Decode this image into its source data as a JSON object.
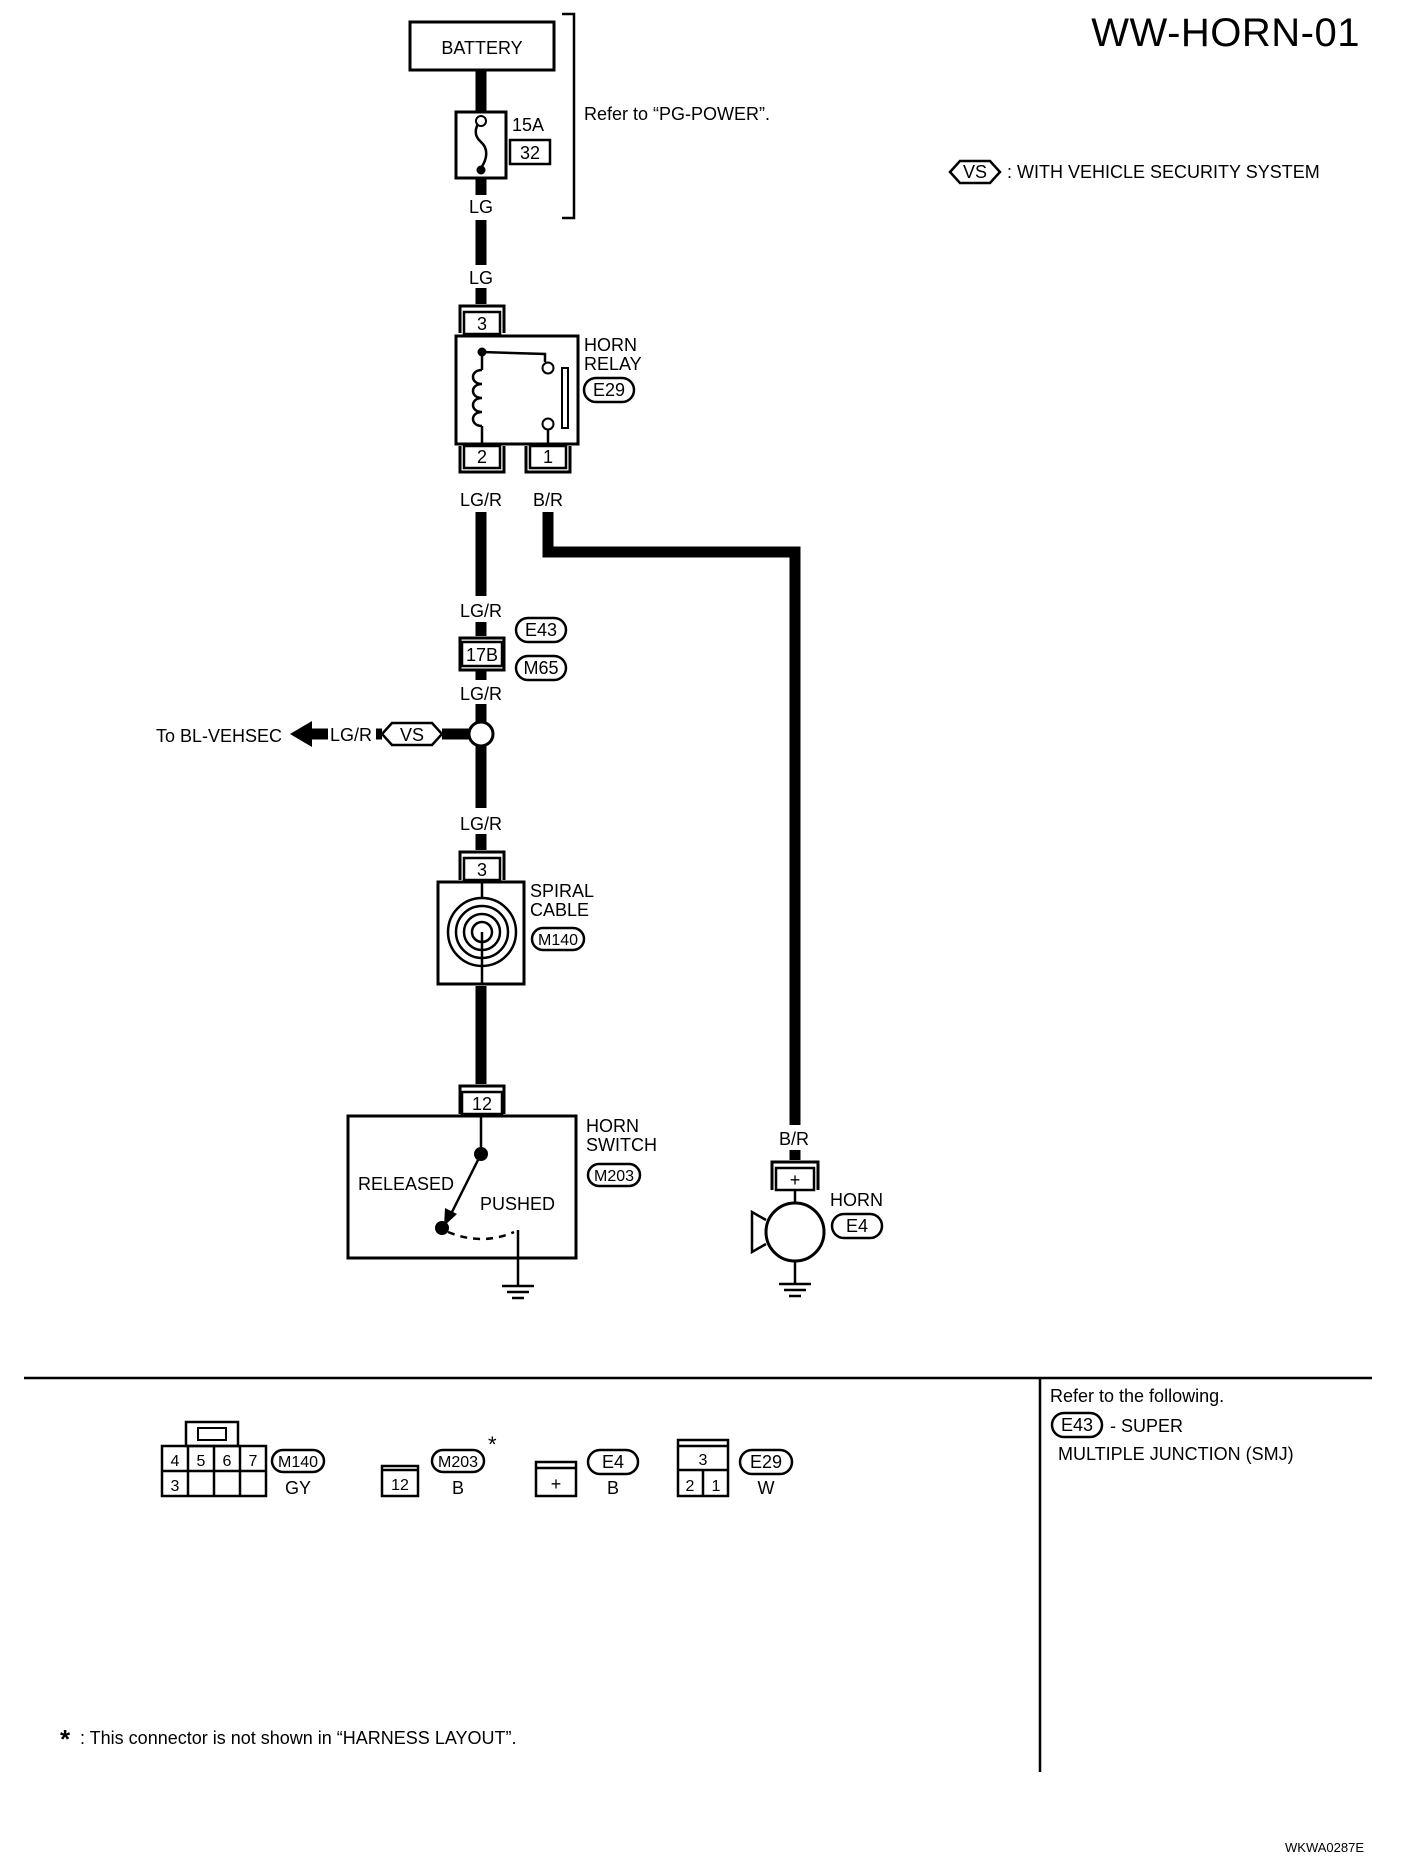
{
  "page": {
    "title": "WW-HORN-01",
    "figure_code": "WKWA0287E"
  },
  "legend": {
    "vs_code": "VS",
    "vs_text": ": WITH VEHICLE SECURITY SYSTEM"
  },
  "battery": {
    "label": "BATTERY",
    "refer_text": "Refer to “PG-POWER”."
  },
  "fuse": {
    "rating": "15A",
    "number": "32"
  },
  "wires": {
    "lg_below_fuse": "LG",
    "lg_above_relay": "LG",
    "lgr_below_relay": "LG/R",
    "br_below_relay": "B/R",
    "lgr_above_junction": "LG/R",
    "lgr_below_junction": "LG/R",
    "lgr_branch": "LG/R",
    "lgr_above_spiral": "LG/R",
    "br_above_horn": "B/R"
  },
  "horn_relay": {
    "name_line1": "HORN",
    "name_line2": "RELAY",
    "connector": "E29",
    "pin_top": "3",
    "pin_left": "2",
    "pin_right": "1"
  },
  "junction": {
    "pin": "17B",
    "connector_top": "E43",
    "connector_bottom": "M65"
  },
  "branch": {
    "destination": "To BL-VEHSEC",
    "code": "VS"
  },
  "spiral_cable": {
    "name_line1": "SPIRAL",
    "name_line2": "CABLE",
    "connector": "M140",
    "pin": "3"
  },
  "horn_switch": {
    "name_line1": "HORN",
    "name_line2": "SWITCH",
    "connector": "M203",
    "pin": "12",
    "state_released": "RELEASED",
    "state_pushed": "PUSHED"
  },
  "horn": {
    "name": "HORN",
    "connector": "E4",
    "pin": "+"
  },
  "connectors": {
    "m140": {
      "id": "M140",
      "color": "GY",
      "pins_top": [
        "4",
        "5",
        "6",
        "7"
      ],
      "pins_bottom": [
        "3",
        "",
        "",
        ""
      ]
    },
    "m203": {
      "id": "M203",
      "color": "B",
      "pin": "12",
      "star": "*"
    },
    "e4": {
      "id": "E4",
      "color": "B",
      "pin": "+"
    },
    "e29": {
      "id": "E29",
      "color": "W",
      "pin_top": "3",
      "pins_bottom": [
        "2",
        "1"
      ]
    }
  },
  "refer_box": {
    "heading": "Refer to the following.",
    "connector": "E43",
    "line1": "- SUPER",
    "line2": "MULTIPLE JUNCTION (SMJ)"
  },
  "footnote": {
    "star": "*",
    "text": ": This connector is not shown in “HARNESS LAYOUT”."
  }
}
